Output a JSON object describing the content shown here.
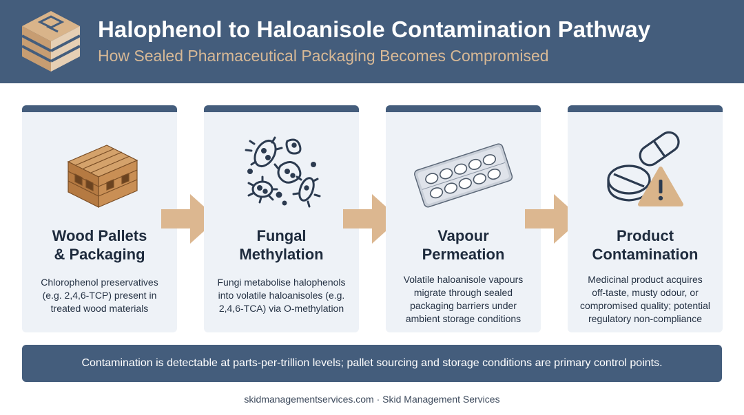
{
  "header": {
    "title": "Halophenol to Haloanisole Contamination Pathway",
    "subtitle": "How Sealed Pharmaceutical Packaging Becomes Compromised",
    "logo_icon": "pallet-logo-icon"
  },
  "steps": [
    {
      "title_line1": "Wood Pallets",
      "title_line2": "& Packaging",
      "desc": [
        "Chlorophenol preservatives",
        "(e.g. 2,4,6-TCP) present in",
        "treated wood materials"
      ],
      "icon": "wood-pallet-icon"
    },
    {
      "title_line1": "Fungal",
      "title_line2": "Methylation",
      "desc": [
        "Fungi metabolise halophenols",
        "into volatile haloanisoles (e.g.",
        "2,4,6-TCA) via O-methylation"
      ],
      "icon": "fungi-microbes-icon"
    },
    {
      "title_line1": "Vapour",
      "title_line2": "Permeation",
      "desc": [
        "Volatile haloanisole vapours",
        "migrate through sealed",
        "packaging barriers under",
        "ambient storage conditions"
      ],
      "icon": "blister-pack-icon"
    },
    {
      "title_line1": "Product",
      "title_line2": "Contamination",
      "desc": [
        "Medicinal product acquires",
        "off-taste, musty odour, or",
        "compromised quality; potential",
        "regulatory non-compliance"
      ],
      "icon": "pill-warning-icon"
    }
  ],
  "note": "Contamination is detectable at parts-per-trillion levels; pallet sourcing and storage conditions are primary control points.",
  "footer": "skidmanagementservices.com · Skid Management Services",
  "colors": {
    "header_bg": "#445d7c",
    "accent_tan": "#d8b996",
    "arrow": "#dcb790",
    "card_bg": "#eef2f7"
  }
}
